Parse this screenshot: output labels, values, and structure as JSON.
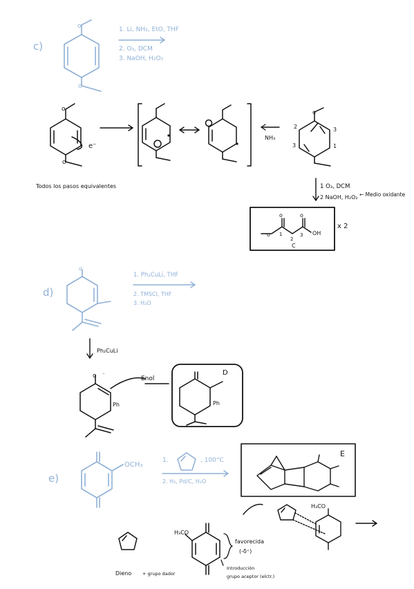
{
  "colors": {
    "blue": "#8fb0d6",
    "ink": "#111111"
  },
  "part_c": {
    "label": "c)",
    "reagent_1": "1. Li, NH₃, EtO, THF",
    "reagent_2": "2. O₃, DCM",
    "reagent_3": "3. NaOH, H₂O₂",
    "electron": "e⁻",
    "nh3": "NH₃",
    "todos_note": "Todos los pasos equivalentes",
    "num_1": "1",
    "num_2": "2",
    "num_3": "3",
    "ozonolysis_1": "1 O₃, DCM",
    "ozonolysis_2": "2 NaOH, H₂O₂",
    "medio_oxidante": "← Medio oxidante",
    "product_oh": "OH",
    "product_1": "1",
    "product_2": "2",
    "product_3": "3",
    "product_times": "x 2",
    "product_letter": "C"
  },
  "part_d": {
    "label": "d)",
    "reagent_1": "1. Ph₂CuLi, THF",
    "reagent_2": "2. TMSCl, THF",
    "reagent_3": "3. H₂O",
    "arrow_reagent": "Ph₂CuLi",
    "ph_label": "Ph",
    "enolate_note": "Enol",
    "product_letter": "D"
  },
  "part_e": {
    "label": "e)",
    "substituent": "OCH₃",
    "reagent_1": "1.",
    "reagent_temp": ", 100°C",
    "reagent_2": "2. H₂, Pd/C, H₂O",
    "product_letter": "E",
    "methoxy": "H₃CO",
    "methoxy_2": "H₃CO",
    "note_1": "favorecida",
    "note_2": "(-δ⁺)",
    "dieno_label": "Dieno",
    "grupo_note": "+ grupo dador",
    "activador_1": "Introducción",
    "activador_2": "grupo aceptor (elctr.)"
  }
}
